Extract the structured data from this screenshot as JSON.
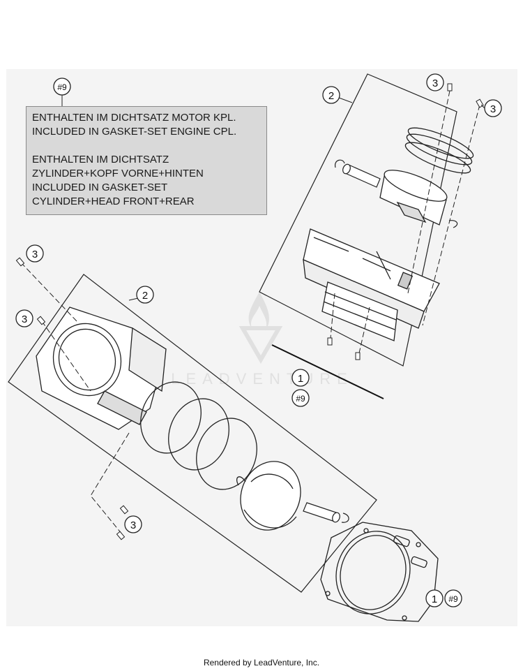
{
  "note": {
    "ref": "#9",
    "lines_de_1": "ENTHALTEN IM DICHTSATZ MOTOR KPL.",
    "lines_en_1": "INCLUDED IN GASKET-SET ENGINE CPL.",
    "lines_de_2a": "ENTHALTEN IM DICHTSATZ",
    "lines_de_2b": "ZYLINDER+KOPF VORNE+HINTEN",
    "lines_en_2a": "INCLUDED IN GASKET-SET",
    "lines_en_2b": "CYLINDER+HEAD FRONT+REAR"
  },
  "callouts": {
    "c3_top_a": "3",
    "c3_top_b": "3",
    "c2_top": "2",
    "c3_left_a": "3",
    "c3_left_b": "3",
    "c2_mid": "2",
    "c3_bottom": "3",
    "c1_mid": "1",
    "c9_mid": "#9",
    "c1_bottom": "1",
    "c9_bottom": "#9"
  },
  "watermark": "LEADVENTURE",
  "footer": "Rendered by LeadVenture, Inc."
}
